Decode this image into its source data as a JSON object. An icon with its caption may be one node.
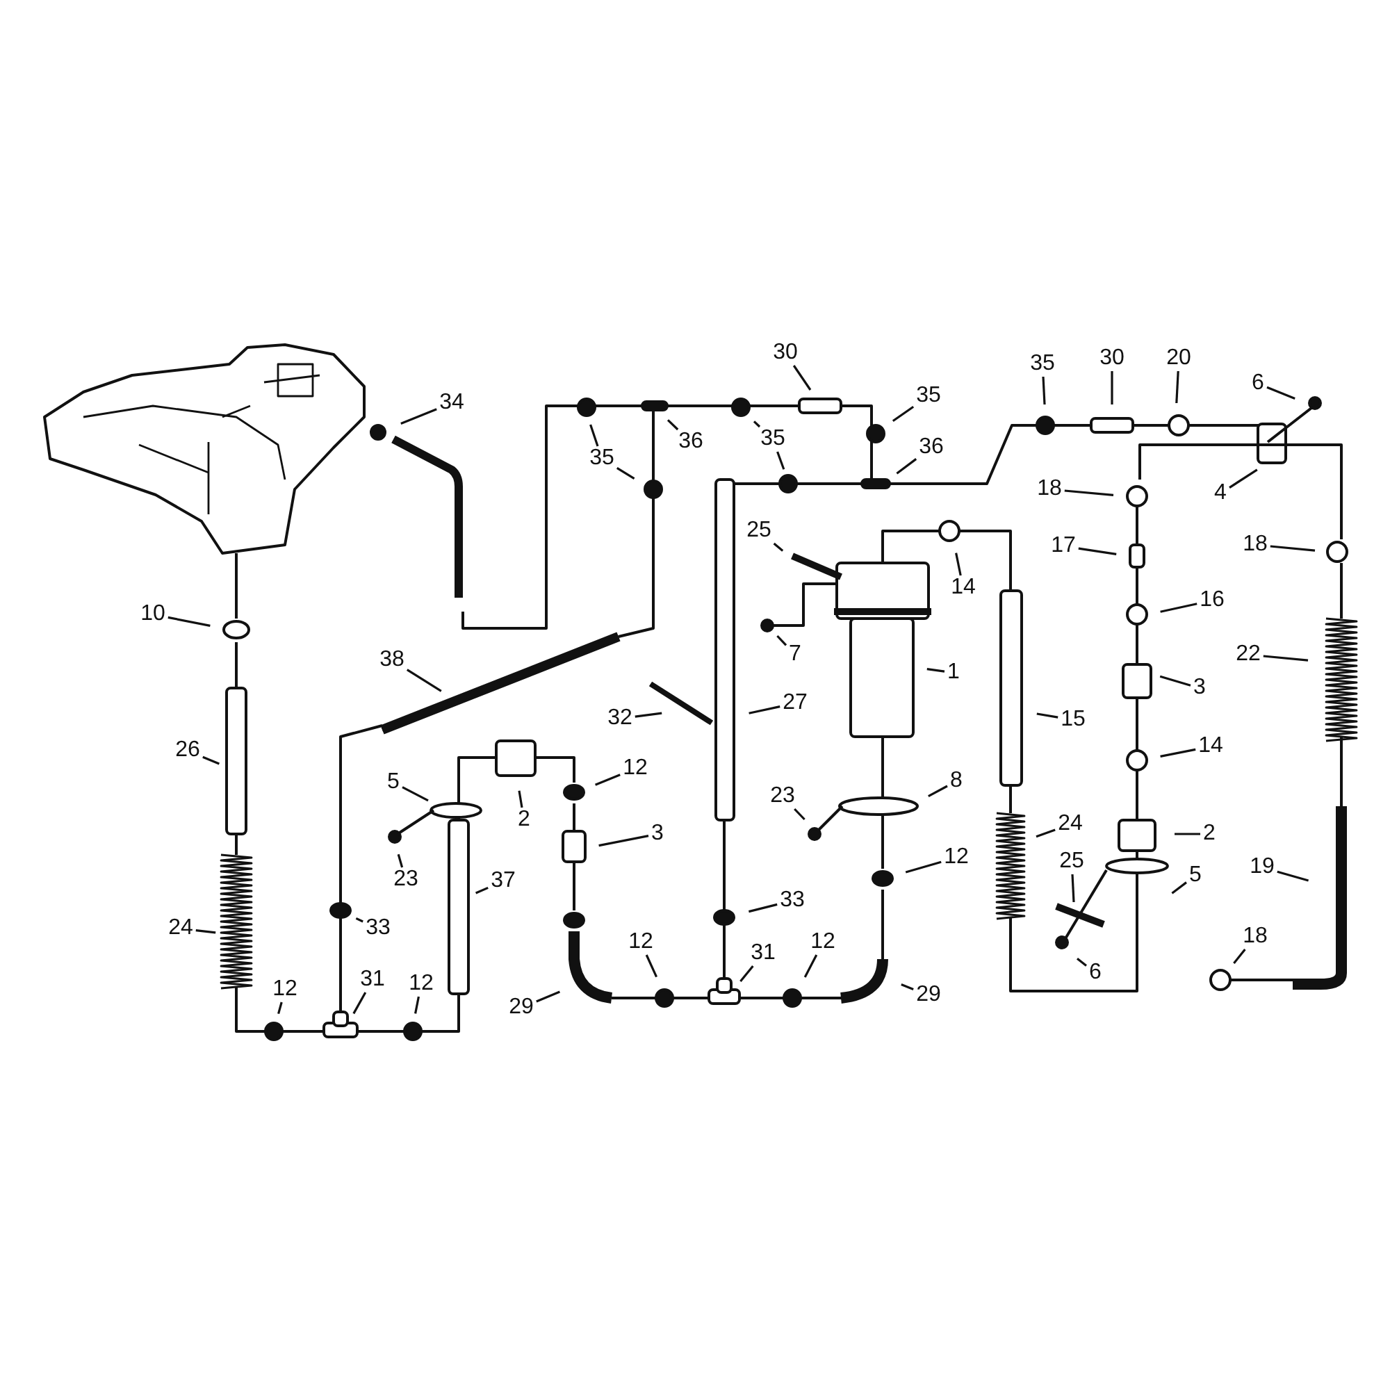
{
  "diagram": {
    "nodes": [
      {
        "text": [
          "30"
        ]
      },
      {
        "text": [
          "35"
        ]
      },
      {
        "text": [
          "30"
        ]
      },
      {
        "text": [
          "20"
        ]
      },
      {
        "text": [
          "6"
        ]
      },
      {
        "text": [
          "34"
        ]
      },
      {
        "text": [
          "35"
        ]
      },
      {
        "text": [
          "36"
        ]
      },
      {
        "text": [
          "35"
        ]
      },
      {
        "text": [
          "35"
        ]
      },
      {
        "text": [
          "36"
        ]
      },
      {
        "text": [
          "18"
        ]
      },
      {
        "text": [
          "4"
        ]
      },
      {
        "text": [
          "25"
        ]
      },
      {
        "text": [
          "14"
        ]
      },
      {
        "text": [
          "17"
        ]
      },
      {
        "text": [
          "18"
        ]
      },
      {
        "text": [
          "16"
        ]
      },
      {
        "text": [
          "7"
        ]
      },
      {
        "text": [
          "10"
        ]
      },
      {
        "text": [
          "1"
        ]
      },
      {
        "text": [
          "22"
        ]
      },
      {
        "text": [
          "38"
        ]
      },
      {
        "text": [
          "3"
        ]
      },
      {
        "text": [
          "32"
        ]
      },
      {
        "text": [
          "27"
        ]
      },
      {
        "text": [
          "15"
        ]
      },
      {
        "text": [
          "26"
        ]
      },
      {
        "text": [
          "14"
        ]
      },
      {
        "text": [
          "5"
        ]
      },
      {
        "text": [
          "12"
        ]
      },
      {
        "text": [
          "2"
        ]
      },
      {
        "text": [
          "8"
        ]
      },
      {
        "text": [
          "23"
        ]
      },
      {
        "text": [
          "3"
        ]
      },
      {
        "text": [
          "23"
        ]
      },
      {
        "text": [
          "2"
        ]
      },
      {
        "text": [
          "12"
        ]
      },
      {
        "text": [
          "37"
        ]
      },
      {
        "text": [
          "24"
        ]
      },
      {
        "text": [
          "25"
        ]
      },
      {
        "text": [
          "5"
        ]
      },
      {
        "text": [
          "19"
        ]
      },
      {
        "text": [
          "24"
        ]
      },
      {
        "text": [
          "33"
        ]
      },
      {
        "text": [
          "33"
        ]
      },
      {
        "text": [
          "6"
        ]
      },
      {
        "text": [
          "12"
        ]
      },
      {
        "text": [
          "31"
        ]
      },
      {
        "text": [
          "12"
        ]
      },
      {
        "text": [
          "12"
        ]
      },
      {
        "text": [
          "29"
        ]
      },
      {
        "text": [
          "31"
        ]
      },
      {
        "text": [
          "12"
        ]
      },
      {
        "text": [
          "29"
        ]
      },
      {
        "text": [
          "18"
        ]
      }
    ],
    "edges": [
      {
        "from": 0,
        "to": null,
        "arrow": "none"
      },
      {
        "from": 1,
        "to": null,
        "arrow": "none"
      },
      {
        "from": 2,
        "to": null,
        "arrow": "none"
      },
      {
        "from": 3,
        "to": null,
        "arrow": "none"
      },
      {
        "from": 4,
        "to": null,
        "arrow": "none"
      },
      {
        "from": 5,
        "to": null,
        "arrow": "none"
      },
      {
        "from": 6,
        "to": null,
        "arrow": "none"
      },
      {
        "from": 7,
        "to": null,
        "arrow": "none"
      },
      {
        "from": 8,
        "to": null,
        "arrow": "none"
      },
      {
        "from": 8,
        "to": null,
        "arrow": "none"
      },
      {
        "from": 9,
        "to": null,
        "arrow": "none"
      },
      {
        "from": 9,
        "to": null,
        "arrow": "none"
      },
      {
        "from": 10,
        "to": null,
        "arrow": "none"
      },
      {
        "from": 11,
        "to": null,
        "arrow": "none"
      },
      {
        "from": 12,
        "to": null,
        "arrow": "none"
      },
      {
        "from": 13,
        "to": null,
        "arrow": "none"
      },
      {
        "from": 14,
        "to": null,
        "arrow": "none"
      },
      {
        "from": 15,
        "to": null,
        "arrow": "none"
      },
      {
        "from": 16,
        "to": null,
        "arrow": "none"
      },
      {
        "from": 17,
        "to": null,
        "arrow": "none"
      },
      {
        "from": 18,
        "to": null,
        "arrow": "none"
      },
      {
        "from": 19,
        "to": null,
        "arrow": "none"
      },
      {
        "from": 20,
        "to": null,
        "arrow": "none"
      },
      {
        "from": 21,
        "to": null,
        "arrow": "none"
      },
      {
        "from": 22,
        "to": null,
        "arrow": "none"
      },
      {
        "from": 23,
        "to": null,
        "arrow": "none"
      },
      {
        "from": 24,
        "to": null,
        "arrow": "none"
      },
      {
        "from": 25,
        "to": null,
        "arrow": "none"
      },
      {
        "from": 26,
        "to": null,
        "arrow": "none"
      },
      {
        "from": 27,
        "to": null,
        "arrow": "none"
      },
      {
        "from": 28,
        "to": null,
        "arrow": "none"
      },
      {
        "from": 29,
        "to": null,
        "arrow": "none"
      },
      {
        "from": 30,
        "to": null,
        "arrow": "none"
      },
      {
        "from": 31,
        "to": null,
        "arrow": "none"
      },
      {
        "from": 32,
        "to": null,
        "arrow": "none"
      },
      {
        "from": 33,
        "to": null,
        "arrow": "none"
      },
      {
        "from": 34,
        "to": null,
        "arrow": "none"
      },
      {
        "from": 35,
        "to": null,
        "arrow": "none"
      },
      {
        "from": 36,
        "to": null,
        "arrow": "none"
      },
      {
        "from": 37,
        "to": null,
        "arrow": "none"
      },
      {
        "from": 38,
        "to": null,
        "arrow": "none"
      },
      {
        "from": 39,
        "to": null,
        "arrow": "none"
      },
      {
        "from": 40,
        "to": null,
        "arrow": "none"
      },
      {
        "from": 41,
        "to": null,
        "arrow": "none"
      },
      {
        "from": 42,
        "to": null,
        "arrow": "none"
      },
      {
        "from": 43,
        "to": null,
        "arrow": "none"
      },
      {
        "from": 44,
        "to": null,
        "arrow": "none"
      },
      {
        "from": 45,
        "to": null,
        "arrow": "none"
      },
      {
        "from": 46,
        "to": null,
        "arrow": "none"
      },
      {
        "from": 47,
        "to": null,
        "arrow": "none"
      },
      {
        "from": 48,
        "to": null,
        "arrow": "none"
      },
      {
        "from": 49,
        "to": null,
        "arrow": "none"
      },
      {
        "from": 50,
        "to": null,
        "arrow": "none"
      },
      {
        "from": 51,
        "to": null,
        "arrow": "none"
      },
      {
        "from": 52,
        "to": null,
        "arrow": "none"
      },
      {
        "from": 53,
        "to": null,
        "arrow": "none"
      },
      {
        "from": 54,
        "to": null,
        "arrow": "none"
      },
      {
        "from": 55,
        "to": null,
        "arrow": "none"
      }
    ]
  }
}
